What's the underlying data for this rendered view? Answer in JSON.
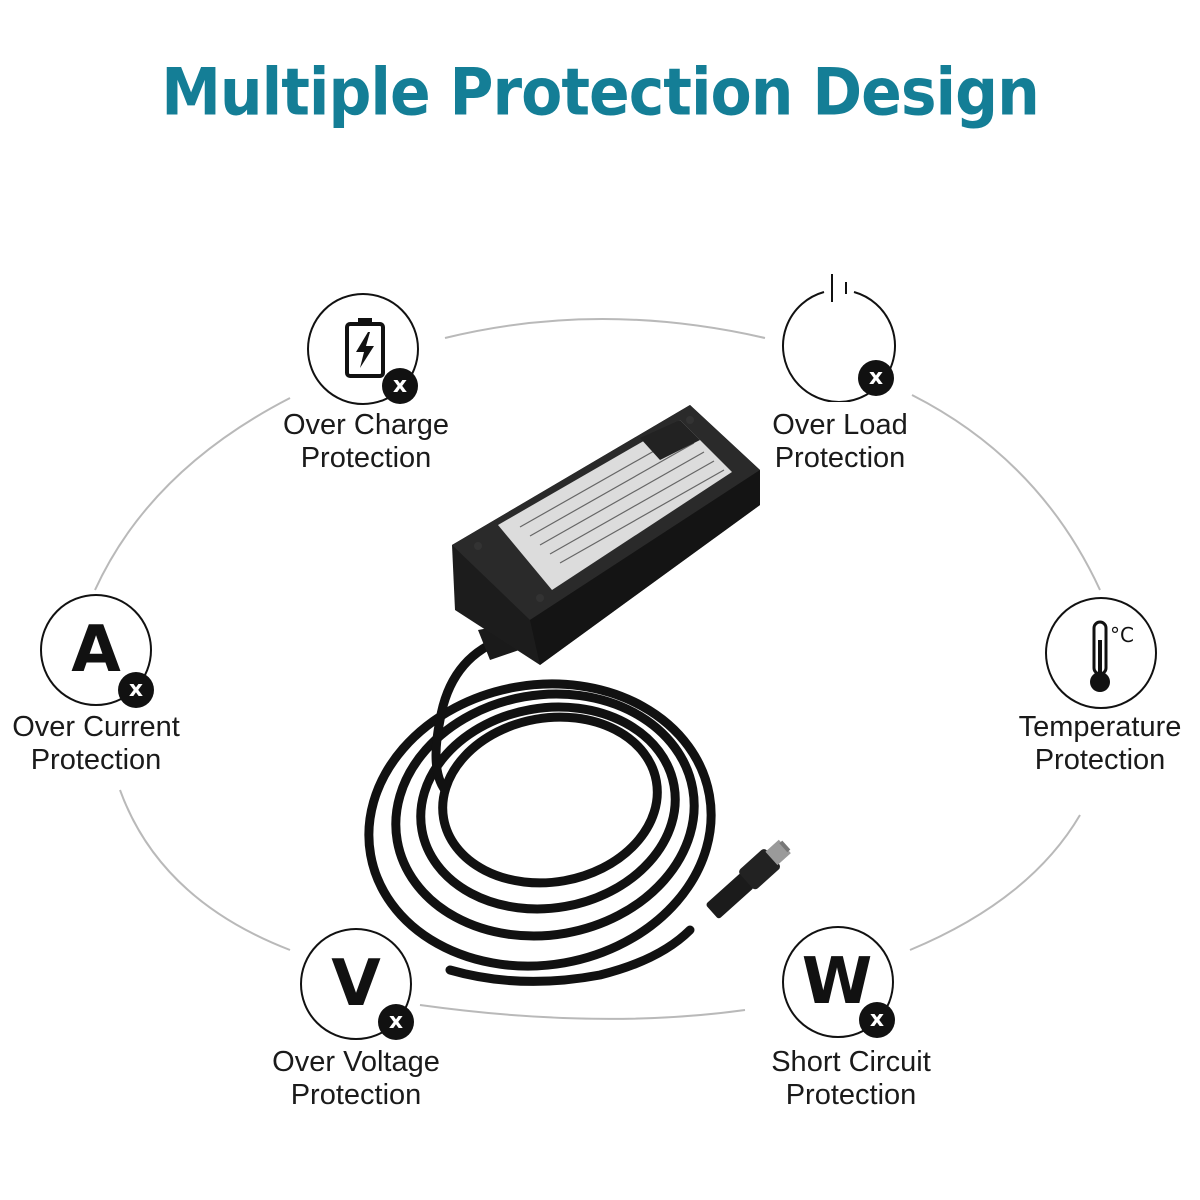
{
  "title": {
    "text": "Multiple Protection Design",
    "color": "#147e96"
  },
  "features": [
    {
      "name": "over-charge",
      "icon": "battery-charging-icon",
      "line1": "Over Charge",
      "line2": "Protection"
    },
    {
      "name": "over-load",
      "icon": "power-icon",
      "line1": "Over Load",
      "line2": "Protection"
    },
    {
      "name": "over-current",
      "icon": "ampere-icon",
      "symbol": "A",
      "line1": "Over Current",
      "line2": "Protection"
    },
    {
      "name": "temperature",
      "icon": "thermometer-icon",
      "symbol": "°C",
      "line1": "Temperature",
      "line2": "Protection"
    },
    {
      "name": "over-voltage",
      "icon": "volt-icon",
      "symbol": "V",
      "line1": "Over Voltage",
      "line2": "Protection"
    },
    {
      "name": "short-circuit",
      "icon": "watt-icon",
      "symbol": "W",
      "line1": "Short Circuit",
      "line2": "Protection"
    }
  ],
  "badge": {
    "text": "x"
  },
  "product": {
    "icon": "power-adapter-image"
  }
}
